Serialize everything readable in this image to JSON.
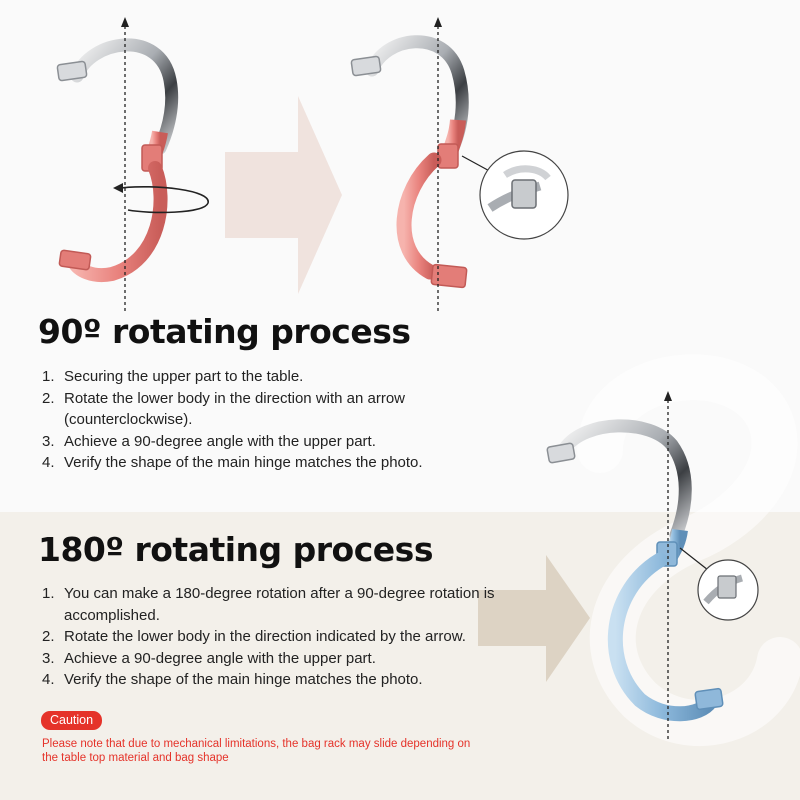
{
  "section_90": {
    "title": "90º rotating process",
    "steps": [
      {
        "num": "1.",
        "text": "Securing the upper part to the table."
      },
      {
        "num": "2.",
        "text": "Rotate the lower body in the direction with an arrow (counterclockwise)."
      },
      {
        "num": "3.",
        "text": "Achieve a 90-degree angle with the upper part."
      },
      {
        "num": "4.",
        "text": "Verify the shape of the main hinge matches the photo."
      }
    ]
  },
  "section_180": {
    "title": "180º rotating process",
    "steps": [
      {
        "num": "1.",
        "text": "You can make a 180-degree rotation after a 90-degree rotation is accomplished."
      },
      {
        "num": "2.",
        "text": "Rotate the lower body in the direction indicated by the arrow."
      },
      {
        "num": "3.",
        "text": "Achieve a 90-degree angle with the upper part."
      },
      {
        "num": "4.",
        "text": "Verify the shape of the main hinge matches the photo."
      }
    ]
  },
  "caution": {
    "label": "Caution",
    "text": "Please note that due to mechanical limitations, the bag rack may slide depending on the table top material and bag shape"
  },
  "colors": {
    "top_background": "#fafafa",
    "bottom_background": "#f3f0ea",
    "hook_chrome": "#b9bcc0",
    "hook_pink": "#ec8a86",
    "hook_blue": "#8cb8db",
    "arrow_pink": "#f0e3de",
    "arrow_beige": "#ddd3c4",
    "caution_red": "#e5332a"
  },
  "icons": [
    "rotation-arrow-icon",
    "process-arrow-icon",
    "hinge-zoom-icon"
  ]
}
